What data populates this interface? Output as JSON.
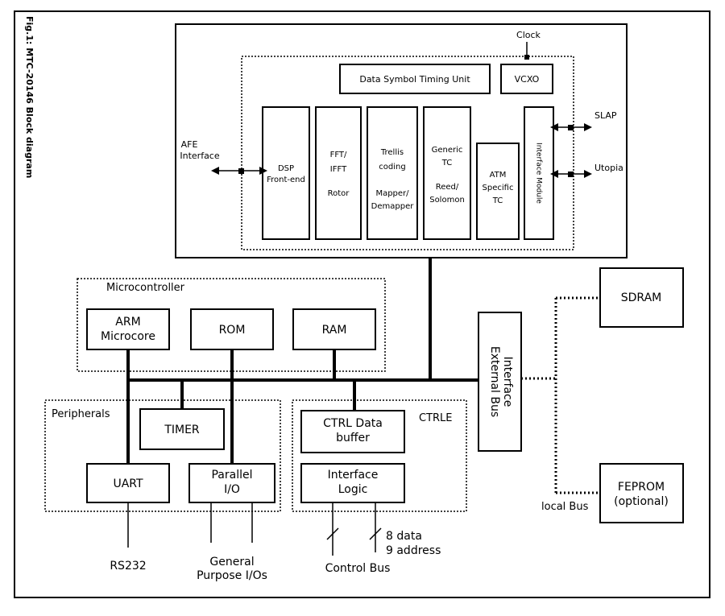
{
  "figure": {
    "caption": "Fig.1: MTC-20146 Block diagram"
  },
  "top": {
    "clock": "Clock",
    "data_symbol_timing_unit": "Data Symbol Timing Unit",
    "vcxo": "VCXO",
    "afe_interface": [
      "AFE",
      "Interface"
    ],
    "dsp_frontend": [
      "DSP",
      "Front-end"
    ],
    "fft": [
      "FFT/",
      "IFFT",
      "Rotor"
    ],
    "trellis": [
      "Trellis",
      "coding",
      "Mapper/",
      "Demapper"
    ],
    "generic_tc": [
      "Generic",
      "TC",
      "Reed/",
      "Solomon"
    ],
    "atm_tc": [
      "ATM",
      "Specific",
      "TC"
    ],
    "interface_module": "Interface Module",
    "slap": "SLAP",
    "utopia": "Utopia"
  },
  "microcontroller": {
    "label": "Microcontroller",
    "arm": [
      "ARM",
      "Microcore"
    ],
    "rom": "ROM",
    "ram": "RAM"
  },
  "peripherals": {
    "label": "Peripherals",
    "timer": "TIMER",
    "uart": "UART",
    "parallel_io": [
      "Parallel",
      "I/O"
    ]
  },
  "ctrle": {
    "label": "CTRLE",
    "ctrl_data_buffer": [
      "CTRL Data",
      "buffer"
    ],
    "interface_logic": [
      "Interface",
      "Logic"
    ]
  },
  "external_bus": [
    "External Bus",
    "Interface"
  ],
  "sdram": "SDRAM",
  "feprom": [
    "FEPROM",
    "(optional)"
  ],
  "local_bus": "local Bus",
  "outputs": {
    "rs232": "RS232",
    "gpio": [
      "General",
      "Purpose I/Os"
    ],
    "control_bus": "Control Bus",
    "data_8": "8 data",
    "address_9": "9 address"
  }
}
